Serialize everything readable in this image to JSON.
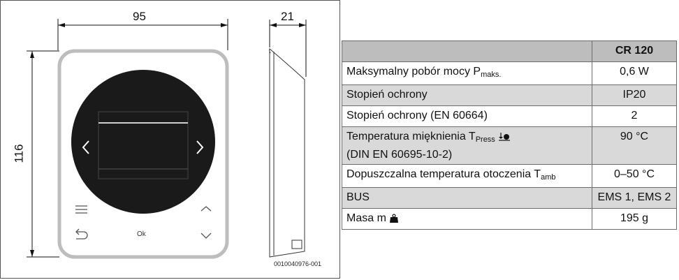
{
  "drawing": {
    "width_label": "95",
    "depth_label": "21",
    "height_label": "116",
    "ok_label": "Ok",
    "figure_id": "0010040976-001",
    "icons": [
      "chevron-left-icon",
      "chevron-right-icon",
      "menu-icon",
      "back-icon",
      "chevron-up-icon",
      "chevron-down-icon"
    ]
  },
  "table": {
    "header_value": "CR 120",
    "rows": [
      {
        "label": "Maksymalny pobór mocy P",
        "sub": "maks.",
        "value": "0,6 W"
      },
      {
        "label": "Stopień ochrony",
        "value": "IP20"
      },
      {
        "label": "Stopień ochrony (EN 60664)",
        "value": "2"
      },
      {
        "label": "Temperatura mięknienia T",
        "sub": "Press",
        "label2": "(DIN EN 60695-10-2)",
        "value": "90 °C"
      },
      {
        "label": "Dopuszczalna temperatura otoczenia T",
        "sub": "amb",
        "value": "0–50 °C"
      },
      {
        "label": "BUS",
        "value": "EMS 1, EMS 2"
      },
      {
        "label": "Masa m",
        "value": "195 g"
      }
    ]
  }
}
